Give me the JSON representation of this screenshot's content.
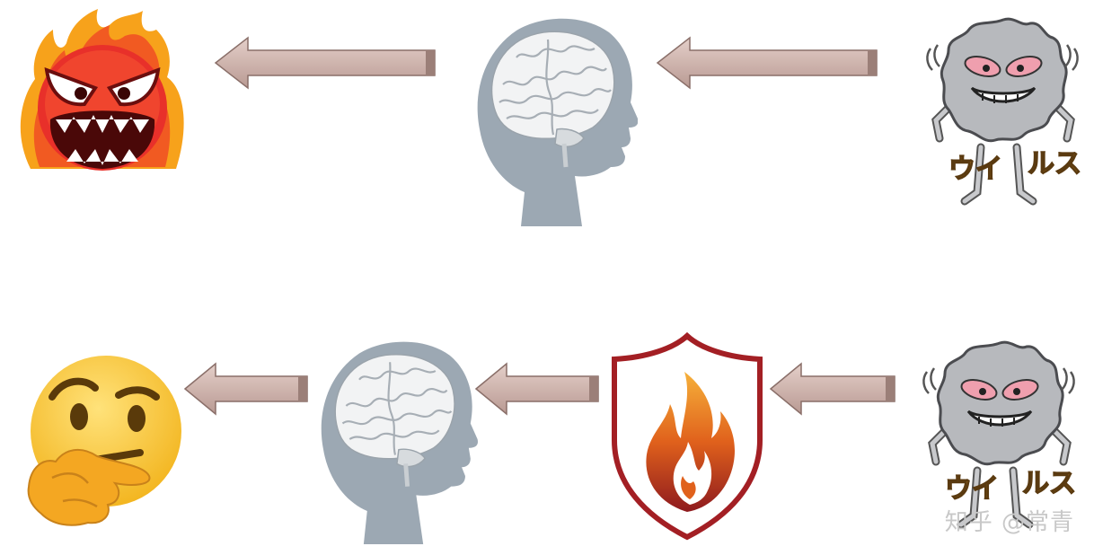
{
  "icons": {
    "angry_face": "angry-fire-emoji-icon",
    "brain_head": "brain-head-silhouette-icon",
    "virus": "virus-character-icon",
    "shield": "fire-shield-icon",
    "thinking_face": "thinking-face-emoji-icon",
    "arrow": "left-arrow-icon"
  },
  "virus_label_left": "ウイ",
  "virus_label_right": "ルス",
  "watermark": "知乎 @常青",
  "colors": {
    "arrow_fill": "#c9aba4",
    "arrow_stroke": "#8a6f69",
    "head": "#9ca8b3",
    "shield_outline": "#a31f24",
    "flame": "#e0611c"
  }
}
